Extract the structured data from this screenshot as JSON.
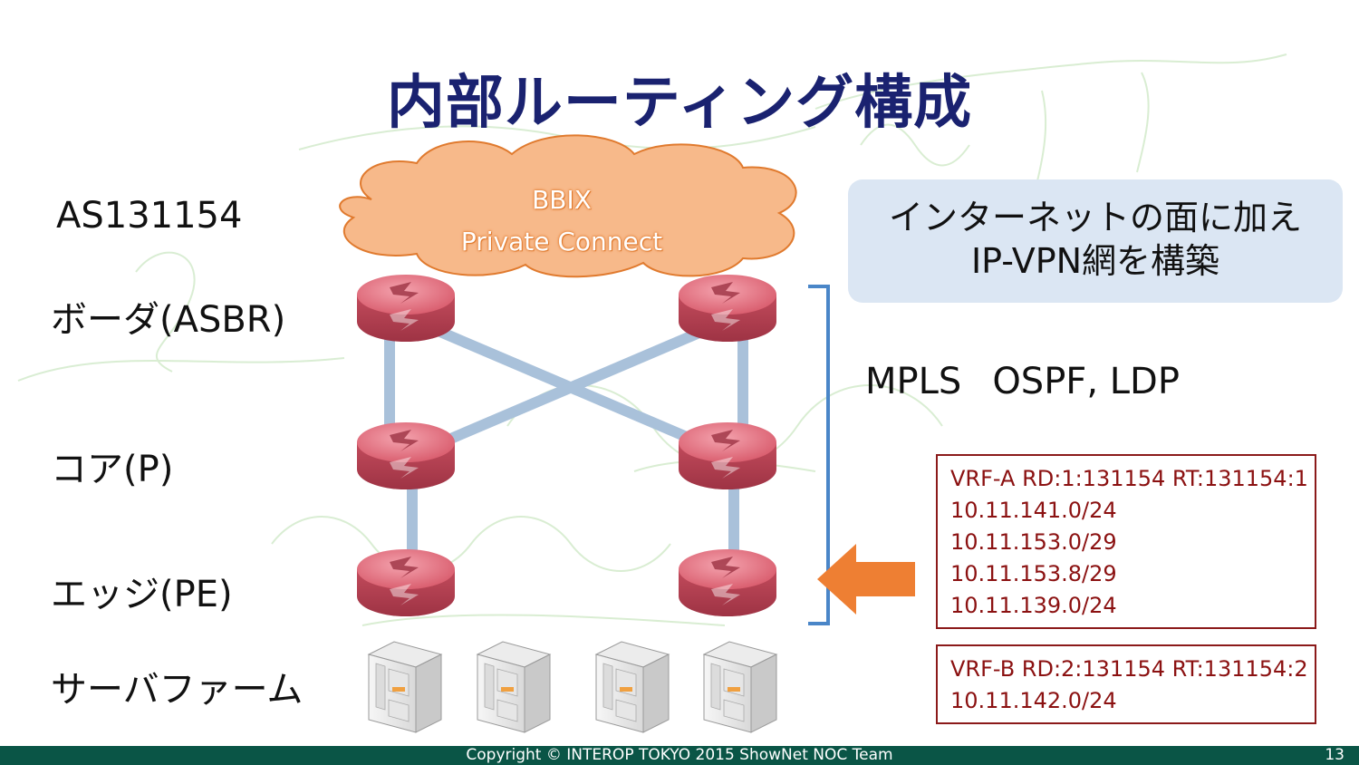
{
  "title": "内部ルーティング構成",
  "labels": {
    "as_number": "AS131154",
    "border": "ボーダ(ASBR)",
    "core": "コア(P)",
    "edge": "エッジ(PE)",
    "server_farm": "サーバファーム"
  },
  "cloud": {
    "line1": "BBIX",
    "line2": "Private Connect"
  },
  "info_box": {
    "line1": "インターネットの面に加え",
    "line2": "IP-VPN網を構築"
  },
  "mpls": {
    "left": "MPLS",
    "right": "OSPF, LDP"
  },
  "vrf_a": {
    "header": "VRF-A RD:1:131154 RT:131154:1",
    "prefixes": [
      "10.11.141.0/24",
      "10.11.153.0/29",
      "10.11.153.8/29",
      "10.11.139.0/24"
    ]
  },
  "vrf_b": {
    "header": "VRF-B RD:2:131154 RT:131154:2",
    "prefixes": [
      "10.11.142.0/24"
    ]
  },
  "footer": {
    "copyright": "Copyright © INTEROP TOKYO 2015 ShowNet NOC Team",
    "page_number": "13"
  },
  "colors": {
    "title": "#1a2270",
    "link": "#a9c1da",
    "router": "#d95a6c",
    "cloud_fill": "#f7b98a",
    "cloud_stroke": "#e07a2e",
    "arrow": "#ee7f33",
    "bracket": "#4a86c8",
    "vrf": "#8b1a1a",
    "footer_bg": "#0a5546"
  },
  "icons": {
    "router": "router-icon",
    "server": "server-icon",
    "arrow": "arrow-left-icon"
  }
}
